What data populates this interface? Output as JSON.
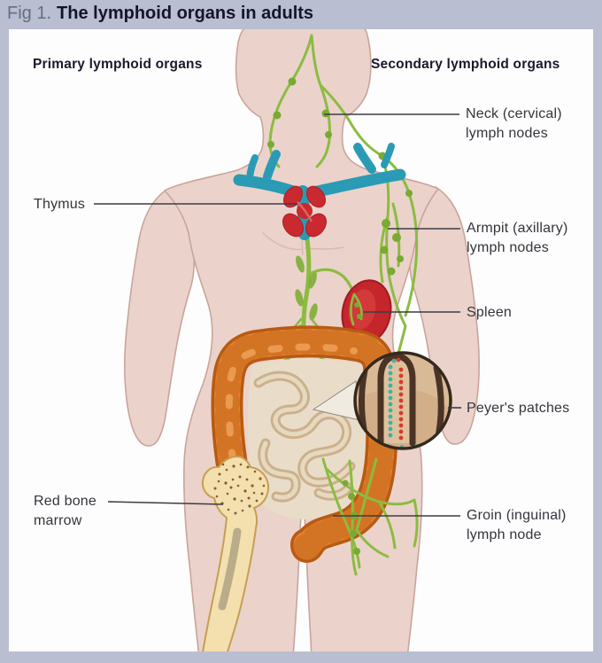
{
  "figure": {
    "label": "Fig 1.",
    "title": "The lymphoid organs in adults"
  },
  "headers": {
    "primary": "Primary lymphoid organs",
    "secondary": "Secondary lymphoid organs"
  },
  "annotations": {
    "thymus": "Thymus",
    "neck": [
      "Neck (cervical)",
      "lymph nodes"
    ],
    "armpit": [
      "Armpit (axillary)",
      "lymph nodes"
    ],
    "spleen": "Spleen",
    "peyers": "Peyer's patches",
    "red_bone_marrow": [
      "Red bone",
      "marrow"
    ],
    "groin": [
      "Groin (inguinal)",
      "lymph node"
    ]
  },
  "colors": {
    "frame": "#b9bed1",
    "panel_bg": "#fdfdfd",
    "skin": "#ebd3cb",
    "skin_outline": "#c9a49a",
    "lymph_green": "#8cbb41",
    "lymph_node_green": "#79aa33",
    "vessel_teal": "#2b9bb5",
    "organ_red": "#c9292f",
    "colon_orange": "#e2812f",
    "colon_outline": "#b85a12",
    "bone_tan": "#f3e0ae",
    "label_text": "#34343c",
    "title_text": "#14152a"
  }
}
